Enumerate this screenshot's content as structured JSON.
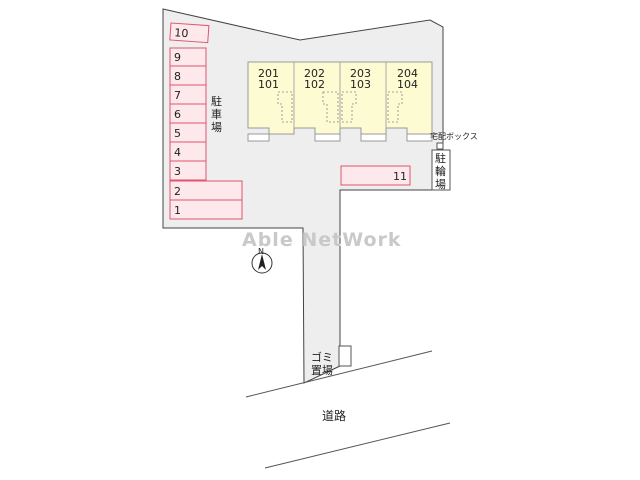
{
  "parking": {
    "label": "駐車場",
    "spaces": [
      "10",
      "9",
      "8",
      "7",
      "6",
      "5",
      "4",
      "3",
      "2",
      "1"
    ],
    "extra_space": "11"
  },
  "building": {
    "units_upper": [
      "201",
      "202",
      "203",
      "204"
    ],
    "units_lower": [
      "101",
      "102",
      "103",
      "104"
    ]
  },
  "facilities": {
    "delivery_box": "宅配ボックス",
    "bicycle_parking": "駐輪場",
    "garbage_area": "ゴミ置場"
  },
  "road_label": "道路",
  "watermark": "Able NetWork",
  "north_label": "N",
  "colors": {
    "lot_fill": "#eeeeee",
    "outline": "#444444",
    "parking_fill": "#fde8ec",
    "parking_stroke": "#e0556e",
    "building_fill": "#fdfbd2",
    "building_stroke": "#999999",
    "watermark": "#c9c9c9"
  }
}
